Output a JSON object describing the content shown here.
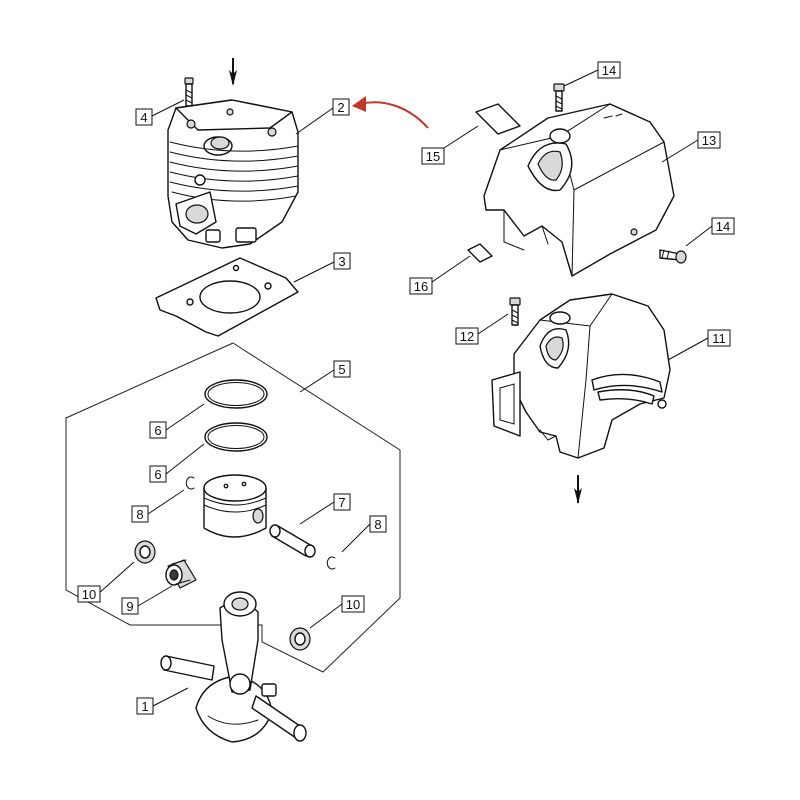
{
  "callouts": [
    {
      "id": "c1",
      "number": "1"
    },
    {
      "id": "c2",
      "number": "2"
    },
    {
      "id": "c3",
      "number": "3"
    },
    {
      "id": "c4",
      "number": "4"
    },
    {
      "id": "c5",
      "number": "5"
    },
    {
      "id": "c6a",
      "number": "6"
    },
    {
      "id": "c6b",
      "number": "6"
    },
    {
      "id": "c7",
      "number": "7"
    },
    {
      "id": "c8a",
      "number": "8"
    },
    {
      "id": "c8b",
      "number": "8"
    },
    {
      "id": "c9",
      "number": "9"
    },
    {
      "id": "c10a",
      "number": "10"
    },
    {
      "id": "c10b",
      "number": "10"
    },
    {
      "id": "c11",
      "number": "11"
    },
    {
      "id": "c12",
      "number": "12"
    },
    {
      "id": "c13",
      "number": "13"
    },
    {
      "id": "c14a",
      "number": "14"
    },
    {
      "id": "c14b",
      "number": "14"
    },
    {
      "id": "c15",
      "number": "15"
    },
    {
      "id": "c16",
      "number": "16"
    }
  ],
  "colors": {
    "line": "#111111",
    "arrow": "#c0392b",
    "background": "#ffffff"
  }
}
